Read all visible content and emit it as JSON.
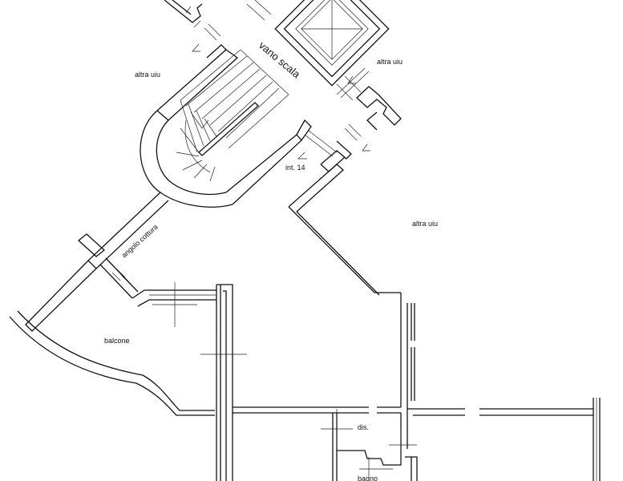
{
  "labels": {
    "vano_scala": "vano scala",
    "altra_uiu_left": "altra uiu",
    "altra_uiu_right_top": "altra uiu",
    "altra_uiu_right": "altra uiu",
    "int": "int. 14",
    "angolo_cottura": "angolo cottura",
    "balcone": "balcone",
    "dis": "dis.",
    "bagno": "bagno"
  },
  "colors": {
    "line": "#111111",
    "background": "#ffffff"
  }
}
